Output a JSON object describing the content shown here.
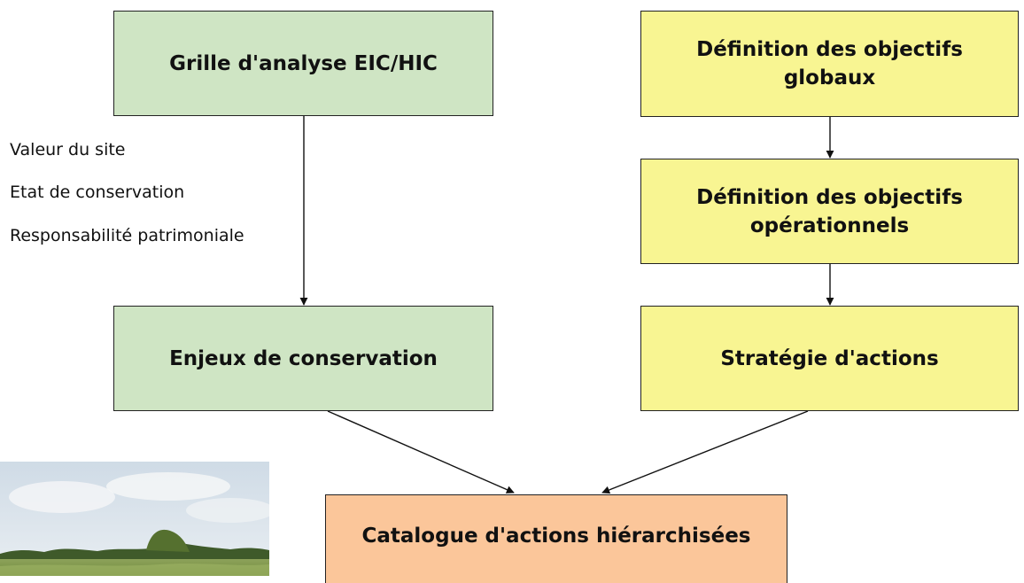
{
  "boxes": {
    "grille": "Grille d'analyse EIC/HIC",
    "enjeux": "Enjeux de conservation",
    "obj_globaux": "Définition des objectifs globaux",
    "obj_operationnels": "Définition des objectifs opérationnels",
    "strategie": "Stratégie d'actions",
    "catalogue": "Catalogue d'actions hiérarchisées"
  },
  "criteria": [
    "Valeur du site",
    "Etat de conservation",
    "Responsabilité patrimoniale"
  ],
  "colors": {
    "green_box": "#cfe5c4",
    "yellow_box": "#f8f592",
    "orange_box": "#fbc69a",
    "stroke": "#222222"
  },
  "photo": {
    "subject": "landscape-photo"
  }
}
